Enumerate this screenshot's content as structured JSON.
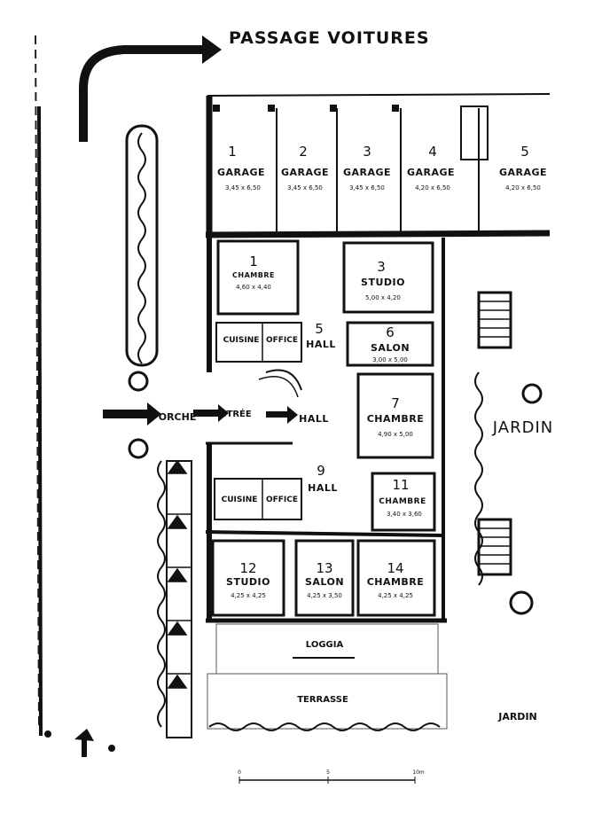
{
  "header": {
    "title": "PASSAGE VOITURES"
  },
  "garages": [
    {
      "number": "1",
      "label": "GARAGE",
      "dims": "3,45 x 6,50"
    },
    {
      "number": "2",
      "label": "GARAGE",
      "dims": "3,45 x 6,50"
    },
    {
      "number": "3",
      "label": "GARAGE",
      "dims": "3,45 x 6,50"
    },
    {
      "number": "4",
      "label": "GARAGE",
      "dims": "4,20 x 6,50"
    },
    {
      "number": "5",
      "label": "GARAGE",
      "dims": "4,20 x 6,50"
    }
  ],
  "rooms": {
    "r1": {
      "number": "1",
      "label": "CHAMBRE",
      "dims": "4,60 x 4,40"
    },
    "r3": {
      "number": "3",
      "label": "STUDIO",
      "dims": "5,00 x 4,20"
    },
    "r5": {
      "number": "5",
      "label": "HALL"
    },
    "r6": {
      "number": "6",
      "label": "SALON",
      "dims": "3,00 x 5,00"
    },
    "r7": {
      "number": "7",
      "label": "CHAMBRE",
      "dims": "4,90 x 5,00"
    },
    "r9": {
      "number": "9",
      "label": "HALL"
    },
    "r11": {
      "number": "11",
      "label": "CHAMBRE",
      "dims": "3,40 x 3,60"
    },
    "r12": {
      "number": "12",
      "label": "STUDIO",
      "dims": "4,25 x 4,25"
    },
    "r13": {
      "number": "13",
      "label": "SALON",
      "dims": "4,25 x 3,50"
    },
    "r14": {
      "number": "14",
      "label": "CHAMBRE",
      "dims": "4,25 x 4,25"
    }
  },
  "areas": {
    "cuisine_top": "CUISINE",
    "office_top": "OFFICE",
    "cuisine_bottom": "CUISINE",
    "office_bottom": "OFFICE",
    "porche": "PORCHE",
    "entree": "ENTRÉE",
    "hall_center": "HALL",
    "loggia": "LOGGIA",
    "terrasse": "TERRASSE",
    "jardin_right": "JARDIN",
    "jardin_bottom": "JARDIN"
  },
  "scale": {
    "labels": [
      "0",
      "5",
      "10m"
    ]
  }
}
